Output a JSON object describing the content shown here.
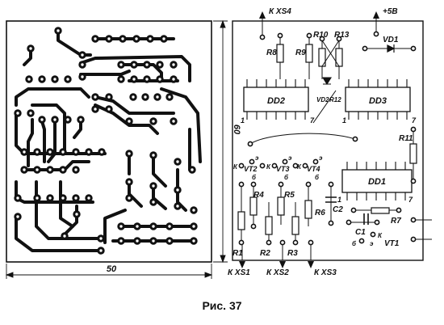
{
  "caption": "Рис. 37",
  "pcb": {
    "width_label": "50",
    "height_label": "60"
  },
  "chips": {
    "dd1": "DD1",
    "dd2": "DD2",
    "dd3": "DD3"
  },
  "connectors": {
    "xs1": "К XS1",
    "xs2": "К XS2",
    "xs3": "К XS3",
    "xs4": "К XS4",
    "power": "+5В"
  },
  "resistors": [
    "R1",
    "R2",
    "R3",
    "R4",
    "R5",
    "R6",
    "R7",
    "R8",
    "R9",
    "R10",
    "R11",
    "R12",
    "R13"
  ],
  "capacitors": [
    "C1",
    "C2"
  ],
  "transistors": [
    "VT1",
    "VT2",
    "VT3",
    "VT4"
  ],
  "diodes": [
    "VD1",
    "VD2"
  ],
  "transistor_pins": {
    "k": "К",
    "e": "э",
    "b": "б"
  },
  "pin_numbers": {
    "one": "1",
    "seven": "7"
  }
}
